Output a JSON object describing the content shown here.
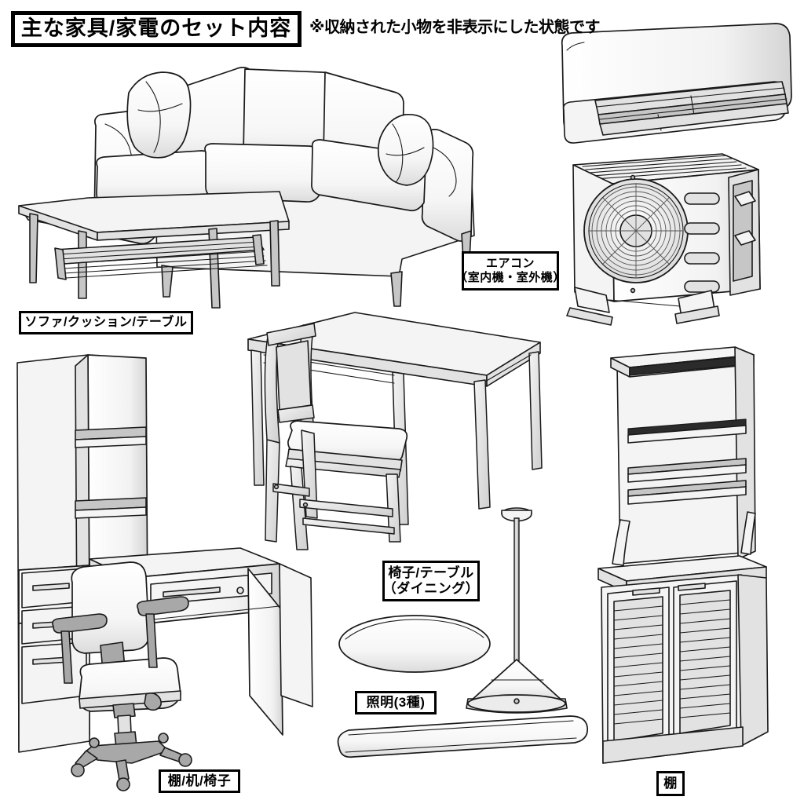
{
  "page": {
    "background_color": "#ffffff",
    "line_color": "#1a1a1a",
    "fill_light": "#f2f2f2",
    "fill_mid": "#d9d9d9",
    "fill_dark": "#9a9a9a"
  },
  "title": {
    "text": "主な家具/家電のセット内容"
  },
  "note": {
    "text": "※収納された小物を非表示にした状態です"
  },
  "labels": {
    "sofa": {
      "line1": "ソファ/クッション/テーブル"
    },
    "air_conditioner": {
      "line1": "エアコン",
      "line2": "（室内機・室外機）"
    },
    "dining": {
      "line1": "椅子/テーブル",
      "line2": "（ダイニング）"
    },
    "lighting": {
      "line1": "照明(3種)"
    },
    "desk_set": {
      "line1": "棚/机/椅子"
    },
    "rack": {
      "line1": "棚"
    }
  },
  "items": [
    {
      "name": "sofa",
      "label": "ソファ/クッション/テーブル",
      "parts": [
        "ソファ",
        "クッション",
        "テーブル"
      ]
    },
    {
      "name": "air-conditioner",
      "label": "エアコン（室内機・室外機）",
      "parts": [
        "室内機",
        "室外機"
      ]
    },
    {
      "name": "dining-set",
      "label": "椅子/テーブル（ダイニング）",
      "parts": [
        "椅子",
        "テーブル"
      ]
    },
    {
      "name": "lighting",
      "label": "照明(3種)",
      "parts": [
        "シーリングライト",
        "ペンダントライト",
        "バーライト"
      ]
    },
    {
      "name": "desk-set",
      "label": "棚/机/椅子",
      "parts": [
        "棚",
        "机",
        "椅子"
      ]
    },
    {
      "name": "rack",
      "label": "棚",
      "parts": [
        "棚"
      ]
    }
  ]
}
